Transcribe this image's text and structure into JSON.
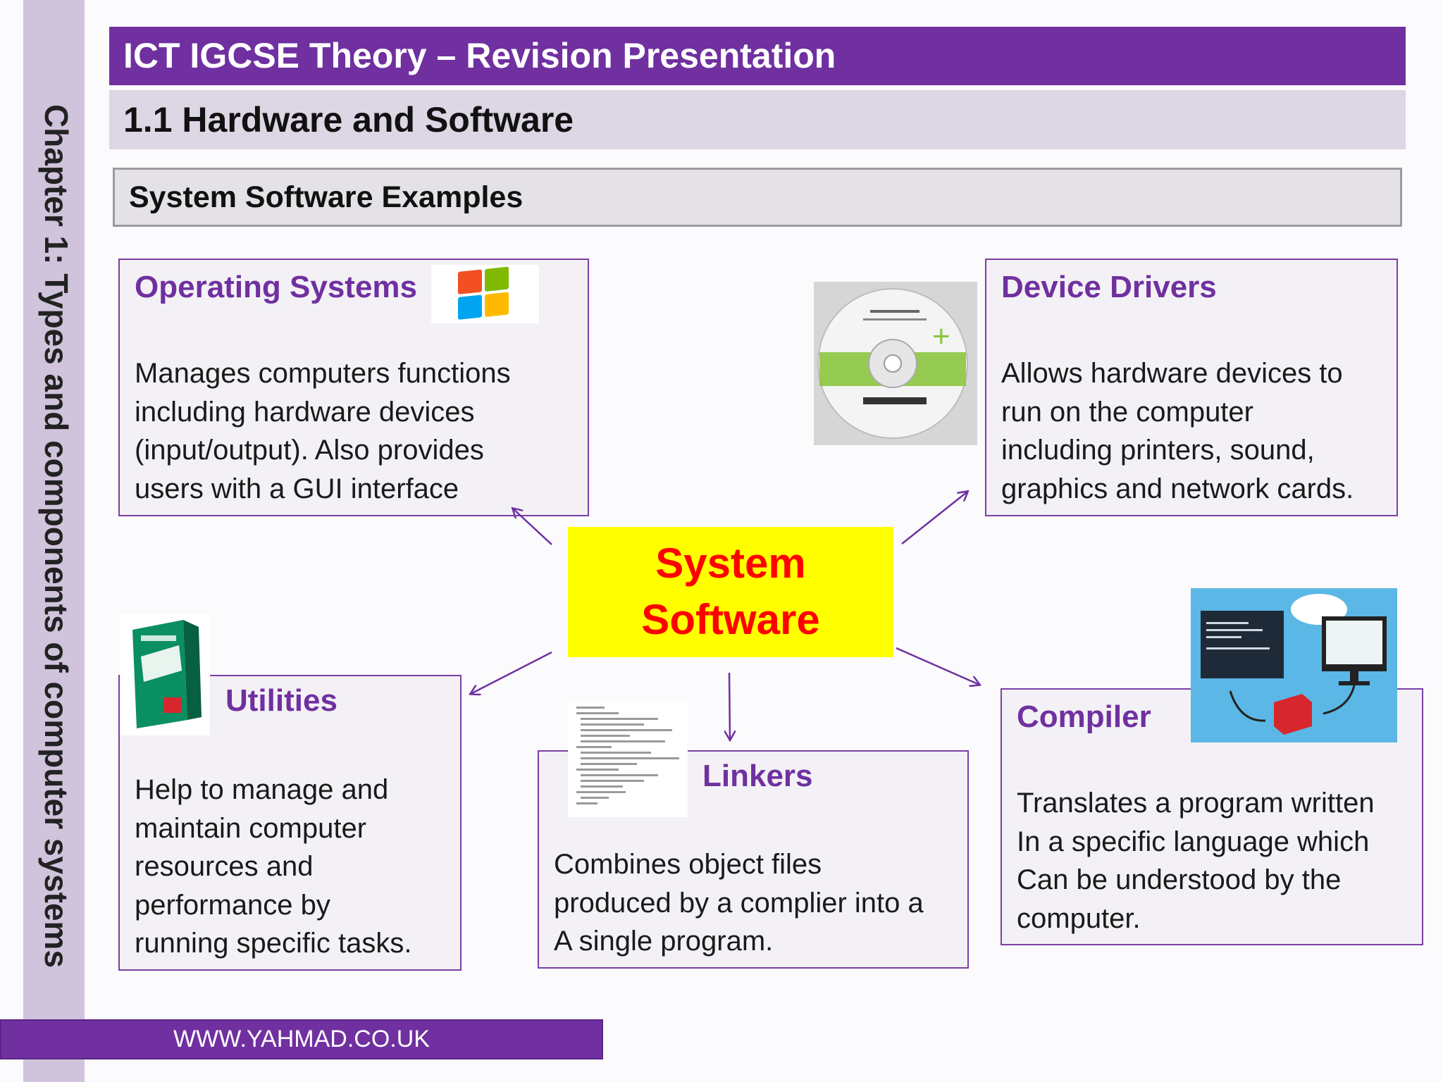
{
  "header": {
    "title": "ICT IGCSE Theory – Revision Presentation",
    "subtitle": "1.1 Hardware and Software",
    "section": "System Software Examples"
  },
  "side_label": "Chapter 1: Types and components of computer systems",
  "center": {
    "line1": "System",
    "line2": "Software"
  },
  "cards": {
    "os": {
      "title": "Operating Systems",
      "body": [
        "Manages computers functions",
        "including hardware devices",
        "(input/output).  Also provides",
        "users with a GUI interface"
      ]
    },
    "drivers": {
      "title": "Device Drivers",
      "body": [
        "Allows hardware devices to",
        "run on the computer",
        "including printers, sound,",
        "graphics and network cards."
      ]
    },
    "utilities": {
      "title": "Utilities",
      "body": [
        "Help to manage and",
        "maintain computer",
        "resources and",
        "performance by",
        "running specific tasks."
      ]
    },
    "linkers": {
      "title": "Linkers",
      "body": [
        "Combines object files",
        "produced by a complier into a",
        "A single program."
      ]
    },
    "compiler": {
      "title": "Compiler",
      "body": [
        "Translates a program written",
        "In a specific language which",
        "Can be understood by the",
        "computer."
      ]
    }
  },
  "images": {
    "os_logo": "windows-logo",
    "driver_disc": "hp-driver-cd",
    "utilities_box": "kaspersky-box",
    "linker_code": "code-listing",
    "compiler_diagram": "compiler-illustration"
  },
  "footer": {
    "url": "WWW.YAHMAD.CO.UK"
  },
  "colors": {
    "accent": "#7030a0",
    "center_fill": "#ffff00",
    "center_text": "#ff0000"
  }
}
